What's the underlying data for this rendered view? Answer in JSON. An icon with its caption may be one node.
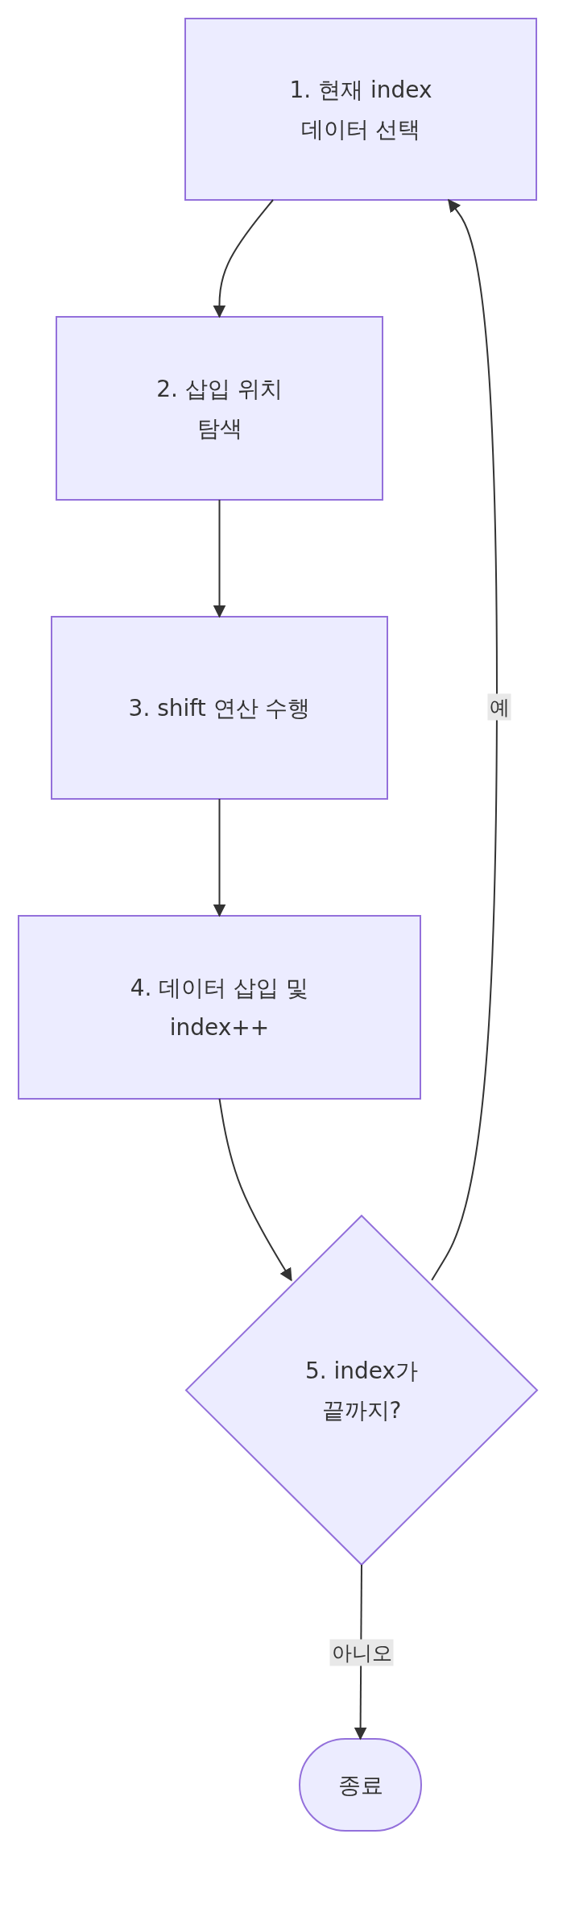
{
  "diagram": {
    "nodes": [
      {
        "text": [
          "1. 현재 index 데이터 선택"
        ]
      },
      {
        "text": [
          "2. 삽입 위치 탐색"
        ]
      },
      {
        "text": [
          "3. shift 연산 수행"
        ]
      },
      {
        "text": [
          "4. 데이터 삽입 및 index++"
        ]
      },
      {
        "text": [
          "5. index가 끝까지?"
        ]
      },
      {
        "text": [
          "종료"
        ]
      }
    ],
    "edges": [
      {
        "from": 0,
        "to": 1,
        "arrow": "to"
      },
      {
        "from": 1,
        "to": 2,
        "arrow": "to"
      },
      {
        "from": 2,
        "to": 3,
        "arrow": "to"
      },
      {
        "from": 3,
        "to": 4,
        "arrow": "to"
      },
      {
        "from": 4,
        "to": 0,
        "arrow": "to",
        "label": "예"
      },
      {
        "from": 4,
        "to": 5,
        "arrow": "to",
        "label": "아니오"
      }
    ]
  }
}
